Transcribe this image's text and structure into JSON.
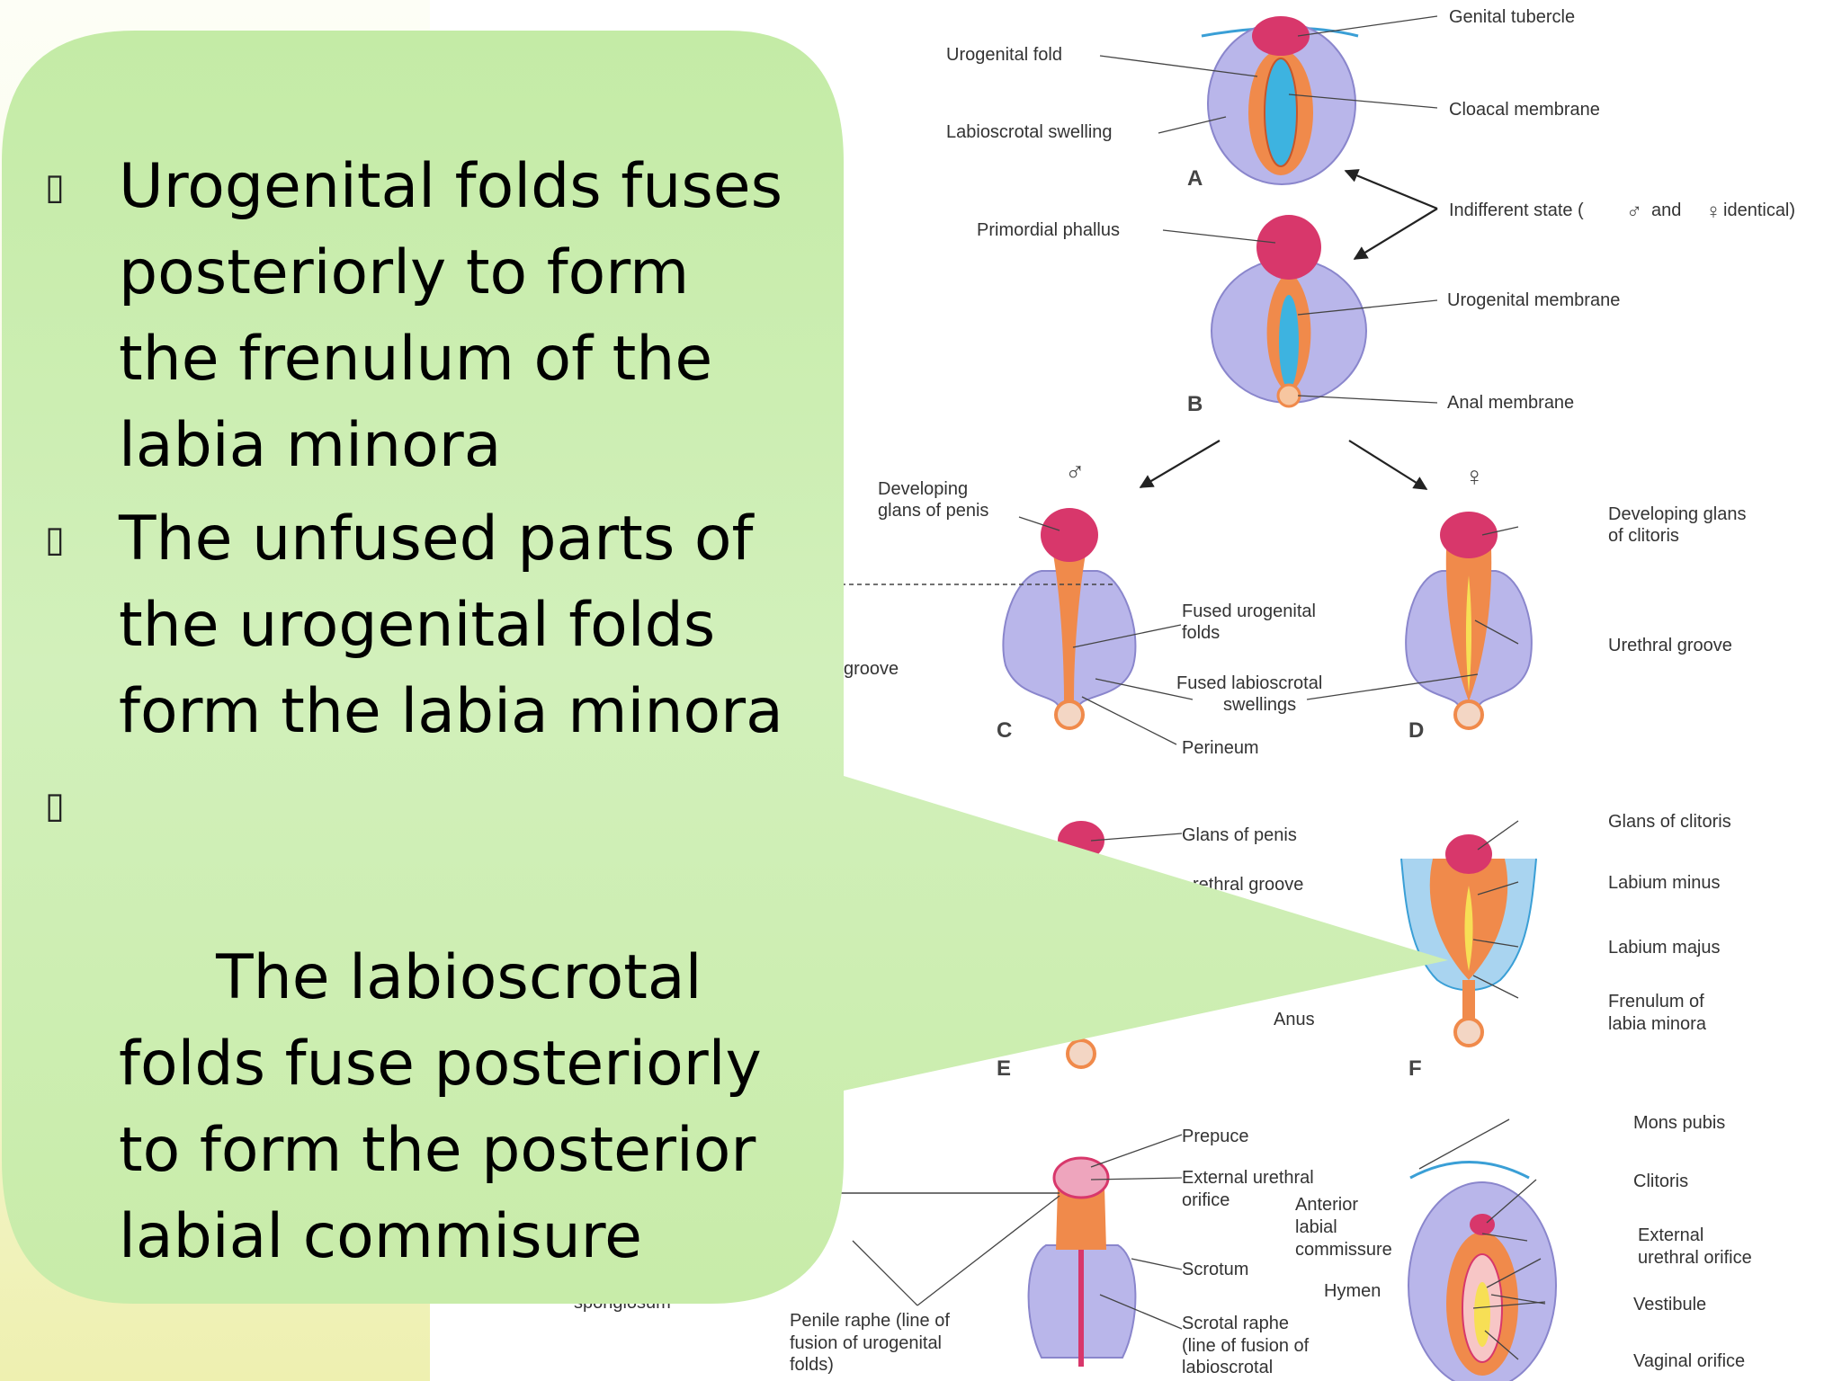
{
  "slide": {
    "bullet_marker": "▯",
    "bullets": [
      "Urogenital folds fuses posteriorly to form the frenulum of the labia minora",
      "The unfused parts of the urogenital folds form the labia minora",
      " The labioscrotal folds fuse posteriorly to form the posterior labial commisure"
    ]
  },
  "figure": {
    "panel_letters": [
      "A",
      "B",
      "C",
      "D",
      "E",
      "F"
    ],
    "symbols": {
      "male": "♂",
      "female": "♀"
    },
    "labels": {
      "genital_tubercle": "Genital tubercle",
      "urogenital_fold": "Urogenital fold",
      "cloacal_membrane": "Cloacal membrane",
      "labioscrotal_swelling": "Labioscrotal swelling",
      "indifferent_state_a": "Indifferent state (",
      "indifferent_state_b": "and",
      "indifferent_state_c": "identical)",
      "primordial_phallus": "Primordial phallus",
      "urogenital_membrane": "Urogenital membrane",
      "anal_membrane": "Anal membrane",
      "developing_glans_penis_1": "Developing",
      "developing_glans_penis_2": "glans of penis",
      "developing_glans_clitoris_1": "Developing glans",
      "developing_glans_clitoris_2": "of clitoris",
      "fused_urogenital_folds_1": "Fused urogenital",
      "fused_urogenital_folds_2": "folds",
      "urethral_groove": "Urethral groove",
      "groove_partial": "groove",
      "fused_labioscrotal_1": "Fused labioscrotal",
      "fused_labioscrotal_2": "swellings",
      "perineum": "Perineum",
      "glans_of_penis": "Glans of penis",
      "urethral_groove_partial": "rethral groove",
      "glans_of_clitoris": "Glans of clitoris",
      "labium_minus": "Labium minus",
      "labium_majus": "Labium majus",
      "frenulum_1": "Frenulum of",
      "frenulum_2": "labia minora",
      "anus": "Anus",
      "mons_pubis": "Mons pubis",
      "prepuce": "Prepuce",
      "clitoris": "Clitoris",
      "ext_urethral_orifice_m_1": "External urethral",
      "ext_urethral_orifice_m_2": "orifice",
      "anterior_labial_1": "Anterior",
      "anterior_labial_2": "labial",
      "anterior_labial_3": "commissure",
      "ext_urethral_orifice_f_1": "External",
      "ext_urethral_orifice_f_2": "urethral orifice",
      "scrotum": "Scrotum",
      "hymen": "Hymen",
      "vestibule": "Vestibule",
      "penile_raphe_1": "Penile raphe (line of",
      "penile_raphe_2": "fusion of urogenital",
      "penile_raphe_3": "folds)",
      "scrotal_raphe_1": "Scrotal raphe",
      "scrotal_raphe_2": "(line of fusion of",
      "scrotal_raphe_3": "labioscrotal",
      "vaginal_orifice": "Vaginal orifice",
      "spongiosum_partial": "spongiosum"
    }
  },
  "colors": {
    "callout_fill": "#cdeeb0",
    "lavender": "#b9b6ea",
    "orange": "#f08a4b",
    "magenta": "#d8376b",
    "blue": "#3db3e0",
    "yellow": "#f7df55",
    "light_blue": "#a9d4f0"
  }
}
